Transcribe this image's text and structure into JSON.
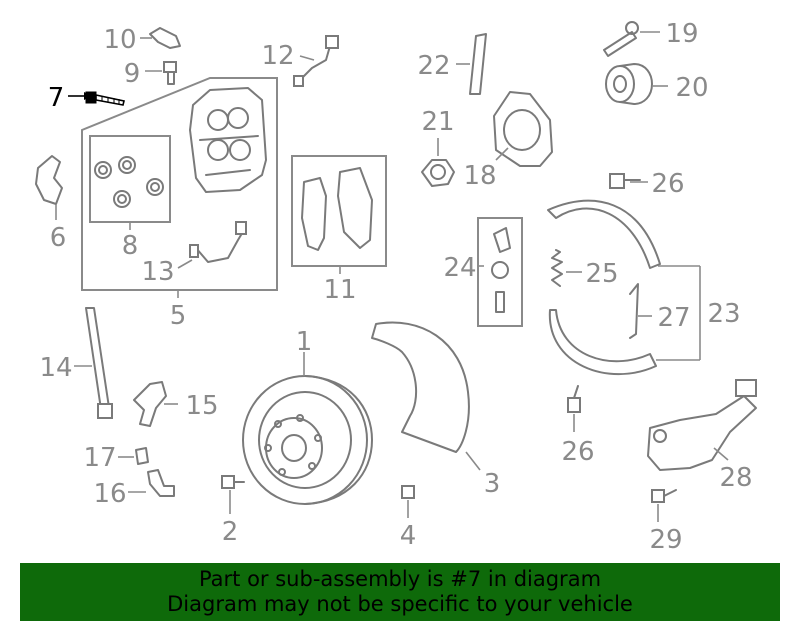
{
  "highlight": "7",
  "callouts": {
    "c1": "1",
    "c2": "2",
    "c3": "3",
    "c4": "4",
    "c5": "5",
    "c6": "6",
    "c7": "7",
    "c8": "8",
    "c9": "9",
    "c10": "10",
    "c11": "11",
    "c12": "12",
    "c13": "13",
    "c14": "14",
    "c15": "15",
    "c16": "16",
    "c17": "17",
    "c18": "18",
    "c19": "19",
    "c20": "20",
    "c21": "21",
    "c22": "22",
    "c23": "23",
    "c24": "24",
    "c25": "25",
    "c26a": "26",
    "c26b": "26",
    "c27": "27",
    "c28": "28",
    "c29": "29"
  },
  "banner": {
    "line1": "Part or sub-assembly is #7 in diagram",
    "line2": "Diagram may not be specific to your vehicle"
  },
  "colors": {
    "banner_bg": "#0e6a0a",
    "line_art": "#7a7a7a",
    "callout": "#8a8a8a",
    "highlight": "#000000"
  }
}
